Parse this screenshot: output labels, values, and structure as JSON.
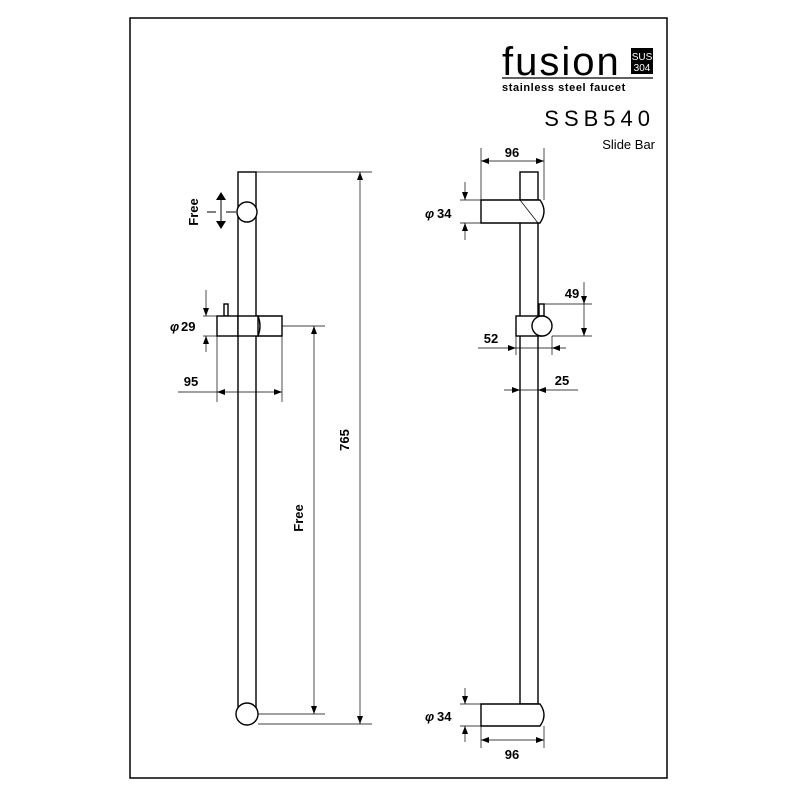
{
  "brand": {
    "name": "fusion",
    "badge_line1": "SUS",
    "badge_line2": "304",
    "tagline": "stainless steel faucet"
  },
  "model": {
    "code": "SSB540",
    "description": "Slide Bar"
  },
  "front_view": {
    "free_top_label": "Free",
    "bracket_dia_label": "29",
    "bracket_width_label": "95",
    "total_length_label": "765",
    "free_travel_label": "Free"
  },
  "side_view": {
    "top_width_label": "96",
    "top_dia_label": "34",
    "holder_height_label": "49",
    "holder_depth_label": "52",
    "bar_dia_label": "25",
    "bottom_dia_label": "34",
    "bottom_width_label": "96"
  },
  "symbols": {
    "diameter": "φ"
  }
}
